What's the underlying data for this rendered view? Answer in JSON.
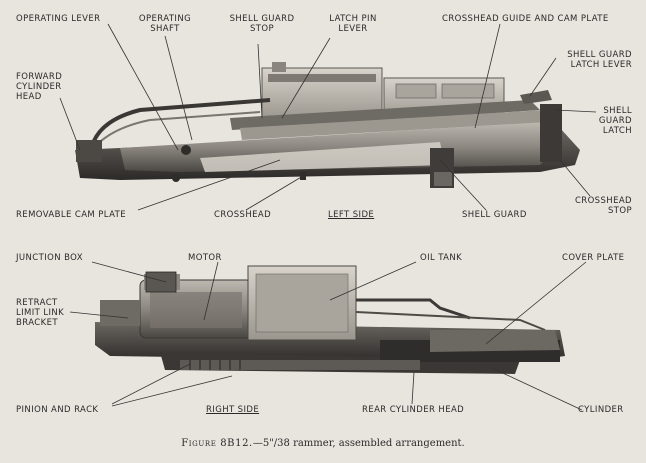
{
  "top_view": {
    "labels": {
      "operating_lever": "OPERATING LEVER",
      "operating_shaft": "OPERATING\nSHAFT",
      "shell_guard_stop": "SHELL GUARD\nSTOP",
      "latch_pin_lever": "LATCH PIN\nLEVER",
      "crosshead_guide_cam_plate": "CROSSHEAD GUIDE AND CAM PLATE",
      "shell_guard_latch_lever": "SHELL GUARD\nLATCH LEVER",
      "forward_cylinder_head": "FORWARD\nCYLINDER\nHEAD",
      "shell_guard_latch": "SHELL\nGUARD\nLATCH",
      "removable_cam_plate": "REMOVABLE CAM PLATE",
      "crosshead": "CROSSHEAD",
      "side_label": "LEFT SIDE",
      "shell_guard": "SHELL GUARD",
      "crosshead_stop": "CROSSHEAD\nSTOP"
    }
  },
  "bottom_view": {
    "labels": {
      "junction_box": "JUNCTION BOX",
      "motor": "MOTOR",
      "oil_tank": "OIL TANK",
      "cover_plate": "COVER PLATE",
      "retract_limit_link_bracket": "RETRACT\nLIMIT LINK\nBRACKET",
      "pinion_and_rack": "PINION AND RACK",
      "side_label": "RIGHT SIDE",
      "rear_cylinder_head": "REAR CYLINDER HEAD",
      "cylinder": "CYLINDER"
    }
  },
  "caption": {
    "figure": "Figure 8B12.",
    "text": "—5\"/38 rammer, assembled arrangement."
  }
}
